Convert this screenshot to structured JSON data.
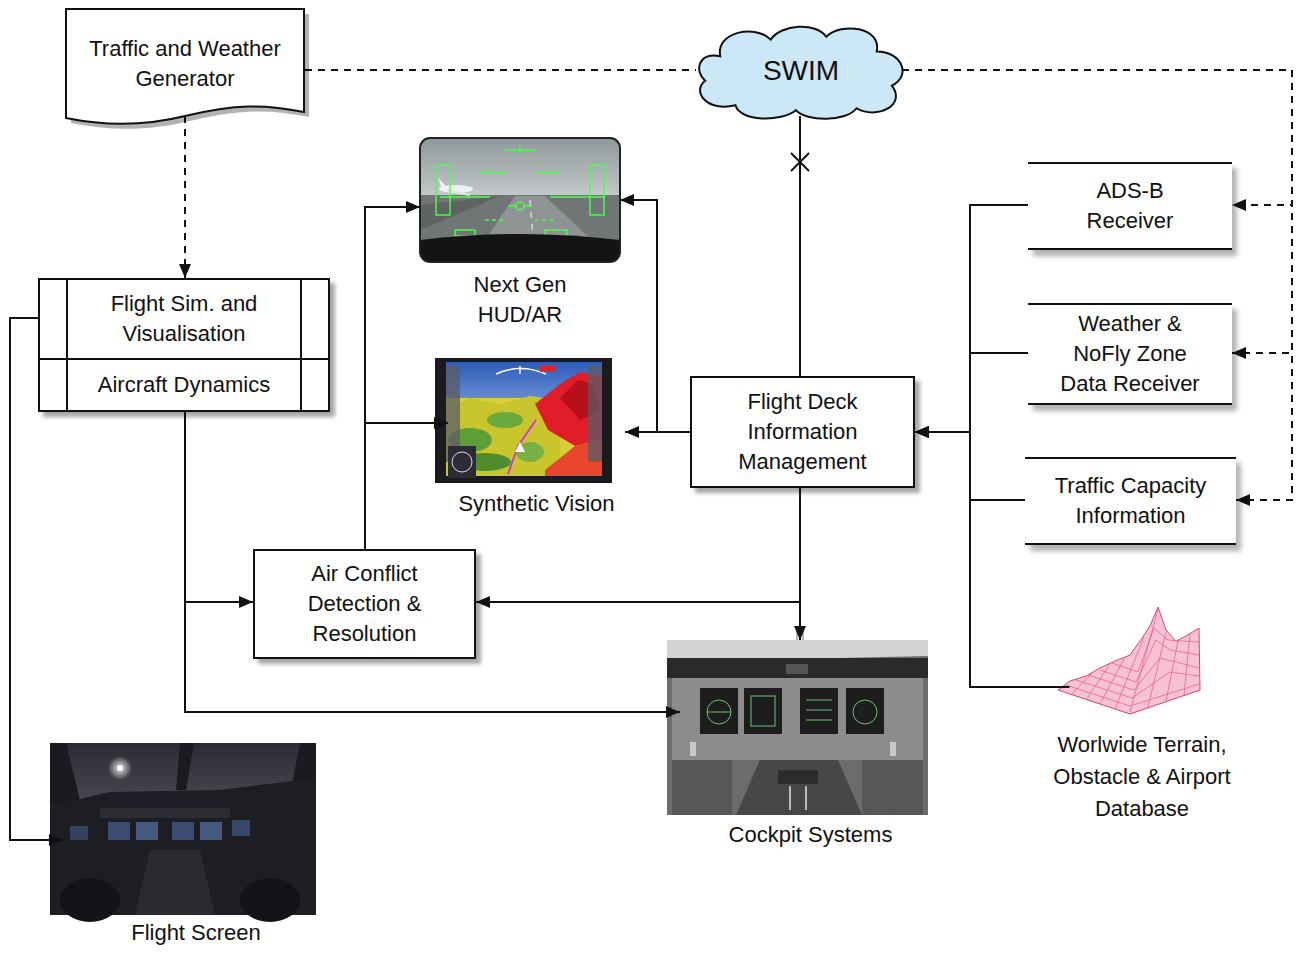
{
  "diagram": {
    "nodes": [
      {
        "text": [
          "Traffic and Weather Generator"
        ]
      },
      {
        "text": [
          "SWIM"
        ]
      },
      {
        "text": [
          "Next Gen HUD/AR"
        ]
      },
      {
        "text": [
          "ADS-B Receiver"
        ]
      },
      {
        "text": [
          "Flight Sim. and Visualisation",
          "Aircraft Dynamics"
        ]
      },
      {
        "text": [
          "Weather & NoFly Zone Data Receiver"
        ]
      },
      {
        "text": [
          "Synthetic Vision"
        ]
      },
      {
        "text": [
          "Flight Deck Information Management"
        ]
      },
      {
        "text": [
          "Traffic Capacity Information"
        ]
      },
      {
        "text": [
          "Air Conflict Detection & Resolution"
        ]
      },
      {
        "text": [
          "Worlwide Terrain, Obstacle & Airport Database"
        ]
      },
      {
        "text": [
          "Cockpit Systems"
        ]
      },
      {
        "text": [
          "Flight Screen"
        ]
      }
    ],
    "edges": [
      {
        "from": 0,
        "to": 4,
        "arrow": "to"
      },
      {
        "from": 0,
        "to": 1,
        "arrow": "none"
      },
      {
        "from": 1,
        "to": 3,
        "arrow": "to"
      },
      {
        "from": 1,
        "to": 5,
        "arrow": "to"
      },
      {
        "from": 1,
        "to": 8,
        "arrow": "to"
      },
      {
        "from": 7,
        "to": 1,
        "arrow": "none"
      },
      {
        "from": 3,
        "to": 7,
        "arrow": "to"
      },
      {
        "from": 5,
        "to": 7,
        "arrow": "to"
      },
      {
        "from": 8,
        "to": 7,
        "arrow": "to"
      },
      {
        "from": 10,
        "to": 7,
        "arrow": "to"
      },
      {
        "from": 7,
        "to": 6,
        "arrow": "to"
      },
      {
        "from": 7,
        "to": 2,
        "arrow": "to"
      },
      {
        "from": 7,
        "to": 11,
        "arrow": "to"
      },
      {
        "from": 7,
        "to": 9,
        "arrow": "to"
      },
      {
        "from": 9,
        "to": 2,
        "arrow": "to"
      },
      {
        "from": 9,
        "to": 6,
        "arrow": "to"
      },
      {
        "from": 4,
        "to": 9,
        "arrow": "to"
      },
      {
        "from": 4,
        "to": 11,
        "arrow": "to"
      },
      {
        "from": 4,
        "to": 12,
        "arrow": "to"
      }
    ]
  }
}
